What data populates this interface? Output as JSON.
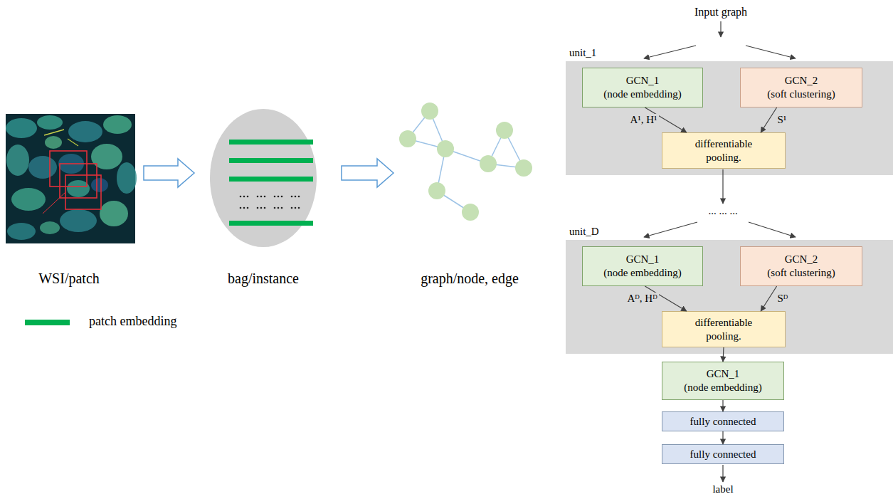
{
  "diagram": {
    "nodes": [
      {
        "text": [
          "unit_1"
        ]
      },
      {
        "text": [
          "GCN_1",
          "(node embedding)"
        ],
        "in": 0
      },
      {
        "text": [
          "GCN_2",
          "(soft clustering)"
        ],
        "in": 0
      },
      {
        "text": [
          "differentiable pooling."
        ],
        "in": 0
      },
      {
        "text": [
          "unit_D"
        ]
      },
      {
        "text": [
          "GCN_1",
          "(node embedding)"
        ],
        "in": 4
      },
      {
        "text": [
          "GCN_2",
          "(soft clustering)"
        ],
        "in": 4
      },
      {
        "text": [
          "differentiable pooling."
        ],
        "in": 4
      },
      {
        "text": [
          "GCN_1",
          "(node embedding)"
        ]
      },
      {
        "text": [
          "fully connected"
        ]
      },
      {
        "text": [
          "fully connected"
        ]
      }
    ],
    "edges": [
      {
        "from": 1,
        "to": 3,
        "arrow": "to",
        "label": "A¹, H¹"
      },
      {
        "from": 2,
        "to": 3,
        "arrow": "to",
        "label": "S¹"
      },
      {
        "from": 5,
        "to": 7,
        "arrow": "to",
        "label": "Aᴰ, Hᴰ"
      },
      {
        "from": 6,
        "to": 7,
        "arrow": "to",
        "label": "Sᴰ"
      },
      {
        "from": 7,
        "to": 8,
        "arrow": "to"
      },
      {
        "from": 8,
        "to": 9,
        "arrow": "to"
      },
      {
        "from": 9,
        "to": 10,
        "arrow": "to"
      }
    ],
    "labels": [
      "WSI/patch",
      "bag/instance",
      "graph/node, edge",
      "Input graph",
      "... ... ...",
      "label"
    ],
    "legend": [
      {
        "text": "patch embedding",
        "color": "#00b050"
      }
    ]
  }
}
